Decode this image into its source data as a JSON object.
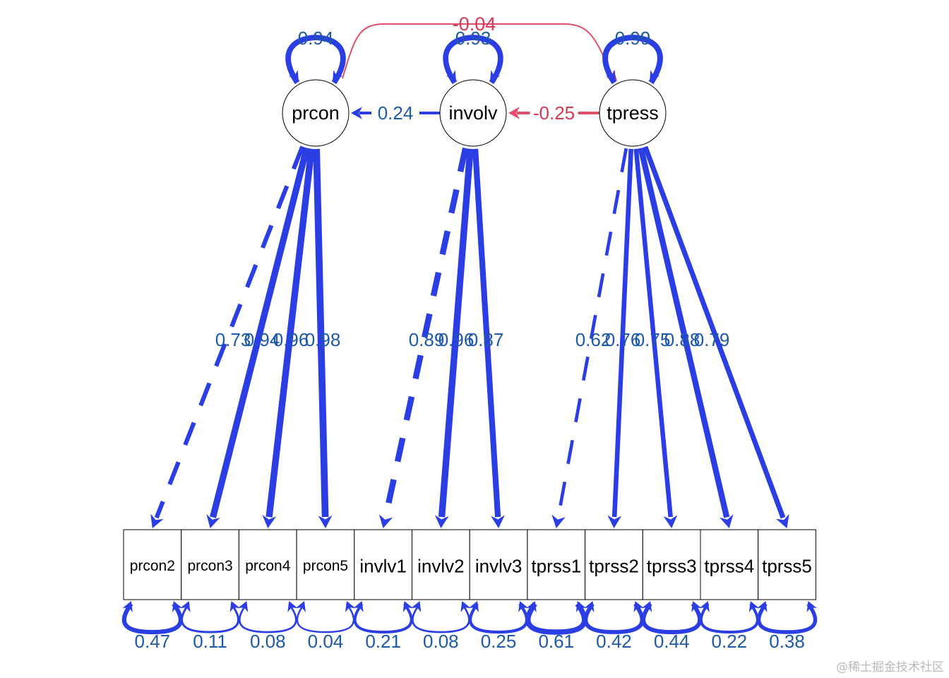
{
  "colors": {
    "positive": "#2b3ee4",
    "negative": "#e0506a",
    "positive_label": "#1e5aa8",
    "negative_label": "#d83a55",
    "node_stroke": "#000000"
  },
  "latents": [
    {
      "id": "prcon",
      "label": "prcon",
      "variance": "0.94"
    },
    {
      "id": "involv",
      "label": "involv",
      "variance": "0.93"
    },
    {
      "id": "tpress",
      "label": "tpress",
      "variance": "0.99"
    }
  ],
  "indicators": [
    {
      "id": "prcon2",
      "label": "prcon2",
      "residual": "0.47"
    },
    {
      "id": "prcon3",
      "label": "prcon3",
      "residual": "0.11"
    },
    {
      "id": "prcon4",
      "label": "prcon4",
      "residual": "0.08"
    },
    {
      "id": "prcon5",
      "label": "prcon5",
      "residual": "0.04"
    },
    {
      "id": "invlv1",
      "label": "invlv1",
      "residual": "0.21"
    },
    {
      "id": "invlv2",
      "label": "invlv2",
      "residual": "0.08"
    },
    {
      "id": "invlv3",
      "label": "invlv3",
      "residual": "0.25"
    },
    {
      "id": "tprss1",
      "label": "tprss1",
      "residual": "0.61"
    },
    {
      "id": "tprss2",
      "label": "tprss2",
      "residual": "0.42"
    },
    {
      "id": "tprss3",
      "label": "tprss3",
      "residual": "0.44"
    },
    {
      "id": "tprss4",
      "label": "tprss4",
      "residual": "0.22"
    },
    {
      "id": "tprss5",
      "label": "tprss5",
      "residual": "0.38"
    }
  ],
  "loadings": [
    {
      "from": "prcon",
      "to": "prcon2",
      "value": "0.73",
      "fixed": true
    },
    {
      "from": "prcon",
      "to": "prcon3",
      "value": "0.94",
      "fixed": false
    },
    {
      "from": "prcon",
      "to": "prcon4",
      "value": "0.96",
      "fixed": false
    },
    {
      "from": "prcon",
      "to": "prcon5",
      "value": "0.98",
      "fixed": false
    },
    {
      "from": "involv",
      "to": "invlv1",
      "value": "0.89",
      "fixed": true
    },
    {
      "from": "involv",
      "to": "invlv2",
      "value": "0.96",
      "fixed": false
    },
    {
      "from": "involv",
      "to": "invlv3",
      "value": "0.87",
      "fixed": false
    },
    {
      "from": "tpress",
      "to": "tprss1",
      "value": "0.62",
      "fixed": true
    },
    {
      "from": "tpress",
      "to": "tprss2",
      "value": "0.76",
      "fixed": false
    },
    {
      "from": "tpress",
      "to": "tprss3",
      "value": "0.75",
      "fixed": false
    },
    {
      "from": "tpress",
      "to": "tprss4",
      "value": "0.88",
      "fixed": false
    },
    {
      "from": "tpress",
      "to": "tprss5",
      "value": "0.79",
      "fixed": false
    }
  ],
  "regressions": [
    {
      "from": "involv",
      "to": "prcon",
      "value": "0.24",
      "sign": "positive"
    },
    {
      "from": "tpress",
      "to": "involv",
      "value": "-0.25",
      "sign": "negative"
    }
  ],
  "covariances": [
    {
      "a": "prcon",
      "b": "tpress",
      "value": "-0.04",
      "sign": "negative"
    }
  ],
  "watermark": "@稀土掘金技术社区"
}
